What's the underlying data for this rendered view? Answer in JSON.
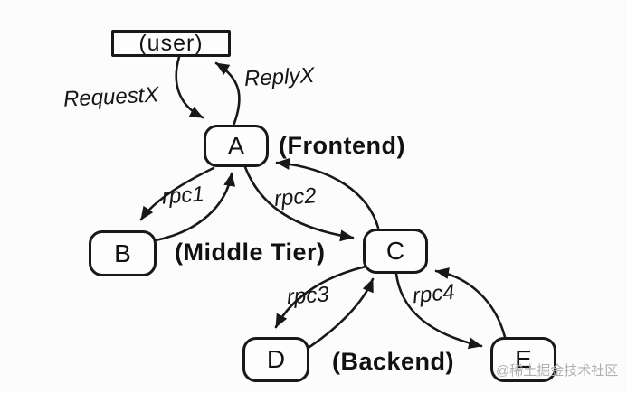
{
  "nodes": {
    "user": "(user)",
    "a": "A",
    "b": "B",
    "c": "C",
    "d": "D",
    "e": "E"
  },
  "tier_labels": {
    "frontend": "(Frontend)",
    "middle": "(Middle Tier)",
    "backend": "(Backend)"
  },
  "edge_labels": {
    "request": "RequestX",
    "reply": "ReplyX",
    "rpc1": "rpc1",
    "rpc2": "rpc2",
    "rpc3": "rpc3",
    "rpc4": "rpc4"
  },
  "graph_edges": [
    {
      "from": "user",
      "to": "A",
      "label": "RequestX"
    },
    {
      "from": "A",
      "to": "user",
      "label": "ReplyX"
    },
    {
      "from": "A",
      "to": "B",
      "label": "rpc1"
    },
    {
      "from": "B",
      "to": "A",
      "label": "rpc1"
    },
    {
      "from": "A",
      "to": "C",
      "label": "rpc2"
    },
    {
      "from": "C",
      "to": "A",
      "label": "rpc2"
    },
    {
      "from": "C",
      "to": "D",
      "label": "rpc3"
    },
    {
      "from": "D",
      "to": "C",
      "label": "rpc3"
    },
    {
      "from": "C",
      "to": "E",
      "label": "rpc4"
    },
    {
      "from": "E",
      "to": "C",
      "label": "rpc4"
    }
  ],
  "watermark": "@稀土掘金技术社区",
  "colors": {
    "ink": "#181818",
    "background": "#fcfcfc",
    "watermark_gray": "#afafaf"
  }
}
